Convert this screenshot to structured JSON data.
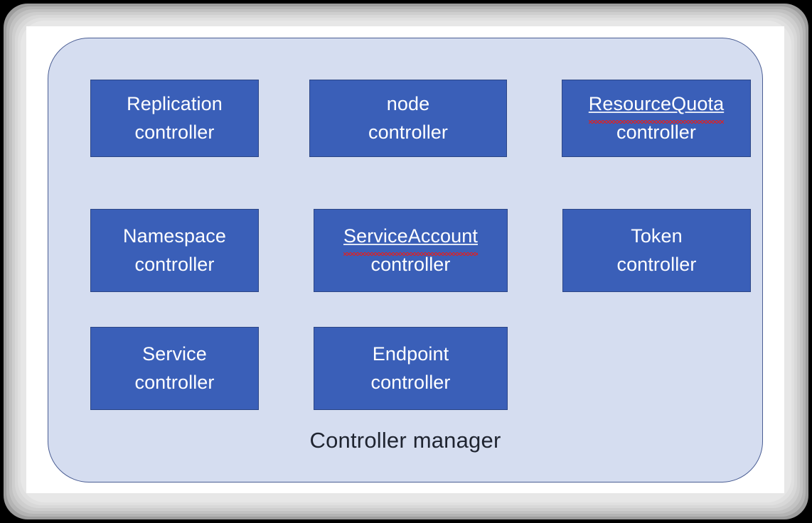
{
  "diagram": {
    "title": "Controller manager",
    "panel": {
      "caption": "Controller manager",
      "fill_color": "#d5ddf0",
      "border_color": "#4a5d93"
    },
    "box_style": {
      "fill_color": "#3a5fb8",
      "border_color": "#2c4686",
      "text_color": "#ffffff"
    },
    "spellcheck_underline_color": "#e02020",
    "page_background": "#ffffff",
    "frame_background": "#000000",
    "rows": [
      {
        "boxes": [
          {
            "name": "replication-controller",
            "line1": "Replication",
            "line2": "controller",
            "misspelled": false
          },
          {
            "name": "node-controller",
            "line1": "node",
            "line2": "controller",
            "misspelled": false
          },
          {
            "name": "resourcequota-controller",
            "line1": "ResourceQuota",
            "line2": "controller",
            "misspelled": true
          }
        ]
      },
      {
        "boxes": [
          {
            "name": "namespace-controller",
            "line1": "Namespace",
            "line2": "controller",
            "misspelled": false
          },
          {
            "name": "serviceaccount-controller",
            "line1": "ServiceAccount",
            "line2": "controller",
            "misspelled": true
          },
          {
            "name": "token-controller",
            "line1": "Token",
            "line2": "controller",
            "misspelled": false
          }
        ]
      },
      {
        "boxes": [
          {
            "name": "service-controller",
            "line1": "Service",
            "line2": "controller",
            "misspelled": false
          },
          {
            "name": "endpoint-controller",
            "line1": "Endpoint",
            "line2": "controller",
            "misspelled": false
          }
        ]
      }
    ]
  }
}
